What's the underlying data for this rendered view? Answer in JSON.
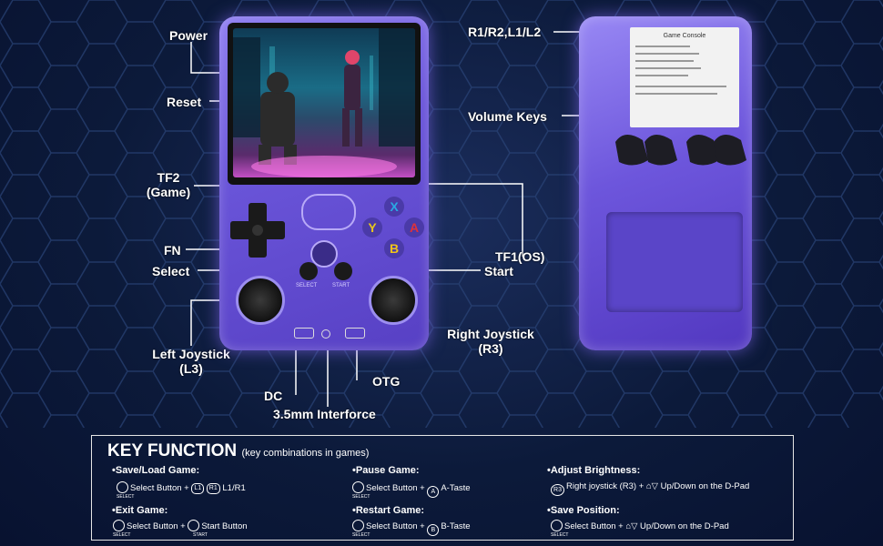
{
  "labels": {
    "power": "Power",
    "reset": "Reset",
    "tf2_line1": "TF2",
    "tf2_line2": "(Game)",
    "fn": "FN",
    "select": "Select",
    "left_joystick_line1": "Left Joystick",
    "left_joystick_line2": "(L3)",
    "dc": "DC",
    "jack": "3.5mm Interforce",
    "otg": "OTG",
    "right_joystick_line1": "Right Joystick",
    "right_joystick_line2": "(R3)",
    "start": "Start",
    "tf1": "TF1(OS)",
    "shoulder": "R1/R2,L1/L2",
    "volume_keys": "Volume Keys"
  },
  "device": {
    "buttons": {
      "x": "X",
      "y": "Y",
      "a": "A",
      "b": "B"
    },
    "select_print": "SELECT",
    "start_print": "START",
    "sticker_title": "Game Console",
    "colors": {
      "x": "#2aa7e3",
      "y": "#e6c61e",
      "a": "#e0313a",
      "b": "#f0c419"
    }
  },
  "key_function": {
    "title": "KEY FUNCTION",
    "subtitle": "(key combinations in games)",
    "items": {
      "save_load": {
        "heading": "•Save/Load Game:",
        "text": "Select Button +",
        "badge1": "L1",
        "badge2": "R1",
        "suffix": "L1/R1",
        "caption": "SELECT"
      },
      "exit": {
        "heading": "•Exit Game:",
        "text": "Select Button +",
        "suffix": "Start Button",
        "caption": "SELECT",
        "caption2": "START"
      },
      "pause": {
        "heading": "•Pause Game:",
        "text": "Select Button +",
        "badge": "A",
        "suffix": "A-Taste",
        "caption": "SELECT"
      },
      "restart": {
        "heading": "•Restart Game:",
        "text": "Select Button +",
        "badge": "B",
        "suffix": "B-Taste",
        "caption": "SELECT"
      },
      "brightness": {
        "heading": "•Adjust Brightness:",
        "badge": "R3",
        "text": "Right joystick (R3) +",
        "suffix": "Up/Down on the D-Pad"
      },
      "save_position": {
        "heading": "•Save Position:",
        "text": "Select Button +",
        "suffix": "Up/Down on the D-Pad",
        "caption": "SELECT"
      }
    }
  }
}
